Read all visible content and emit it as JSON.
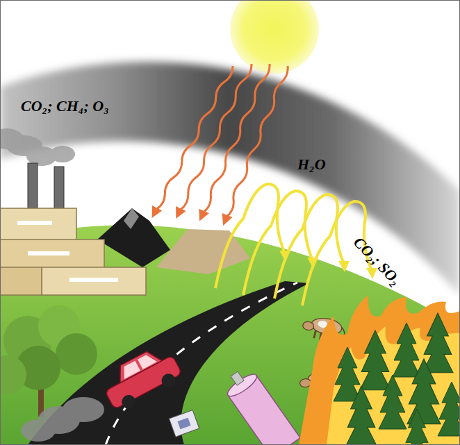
{
  "diagram": {
    "labels": [
      "CO₂; CH₄; O₃",
      "H₂O",
      "CO₂; SO₂"
    ]
  }
}
